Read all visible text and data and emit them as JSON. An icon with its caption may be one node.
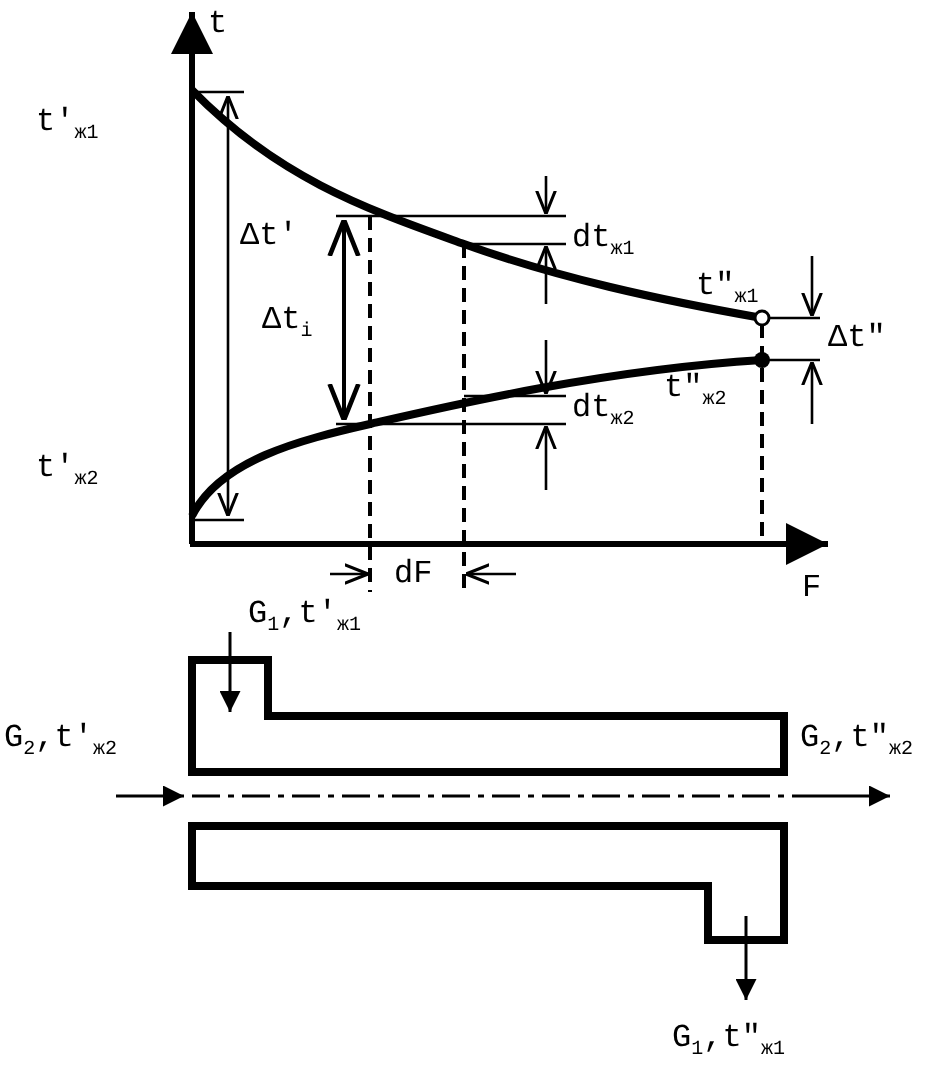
{
  "diagram": {
    "labels": [
      "t",
      "t′$_{ж1}$",
      "dt$_{ж1}$",
      "Δt′",
      "t″$_{ж1}$",
      "Δt″",
      "Δt$_{i}$",
      "dt$_{ж2}$",
      "t″$_{ж2}$",
      "t′$_{ж2}$",
      "dF",
      "F",
      "G$_{1}$,t′$_{ж1}$",
      "G$_{2}$,t′$_{ж2}$",
      "G$_{2}$,t″$_{ж2}$",
      "G$_{1}$,t″$_{ж1}$"
    ]
  }
}
